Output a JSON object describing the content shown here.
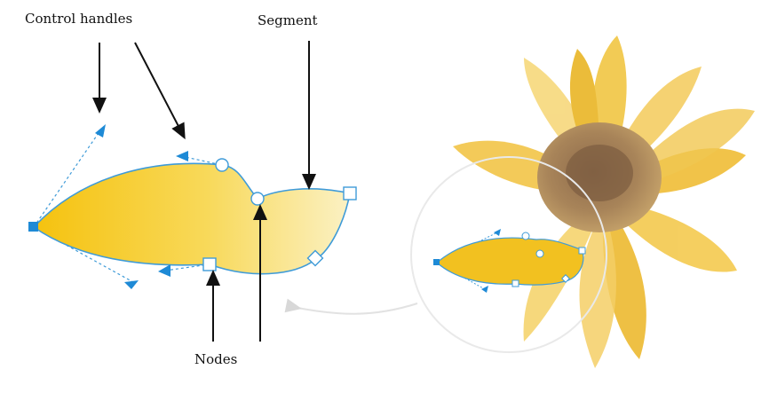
{
  "labels": {
    "control_handles": "Control handles",
    "segment": "Segment",
    "nodes": "Nodes"
  },
  "colors": {
    "outline": "#3f9bd8",
    "handle": "#1e8ad6",
    "fill_top": "#f7cd2a",
    "fill_light": "#fbf0b8",
    "arrow": "#111111"
  },
  "icons": [
    "square-node-icon",
    "circle-node-icon",
    "diamond-node-icon",
    "arrow-handle-icon",
    "sunflower-illustration"
  ]
}
